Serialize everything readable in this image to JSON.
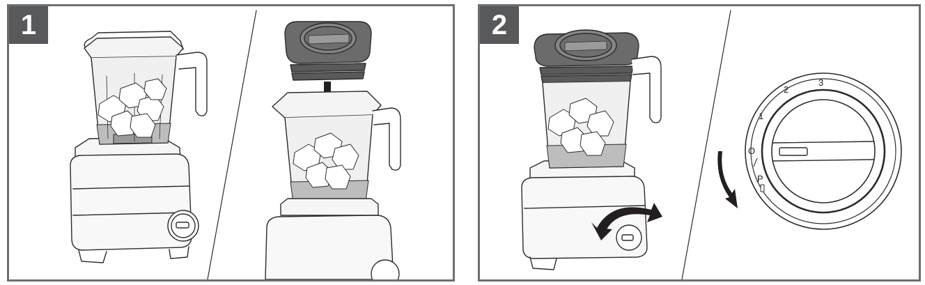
{
  "steps": [
    {
      "number": "1"
    },
    {
      "number": "2"
    }
  ],
  "dial": {
    "labels": [
      "P",
      "O",
      "1",
      "2",
      "3"
    ]
  },
  "colors": {
    "border": "#6d6e71",
    "badge": "#58595b",
    "line": "#2b2b2b",
    "jar_fill": "#f2f2f2",
    "liquid": "#bdbdbd",
    "lid": "#6b6b6b"
  },
  "icons": [
    "ice-cube-icon",
    "down-arrow-icon",
    "rotate-arrow-icon",
    "curved-arrow-icon",
    "pulse-icon"
  ]
}
